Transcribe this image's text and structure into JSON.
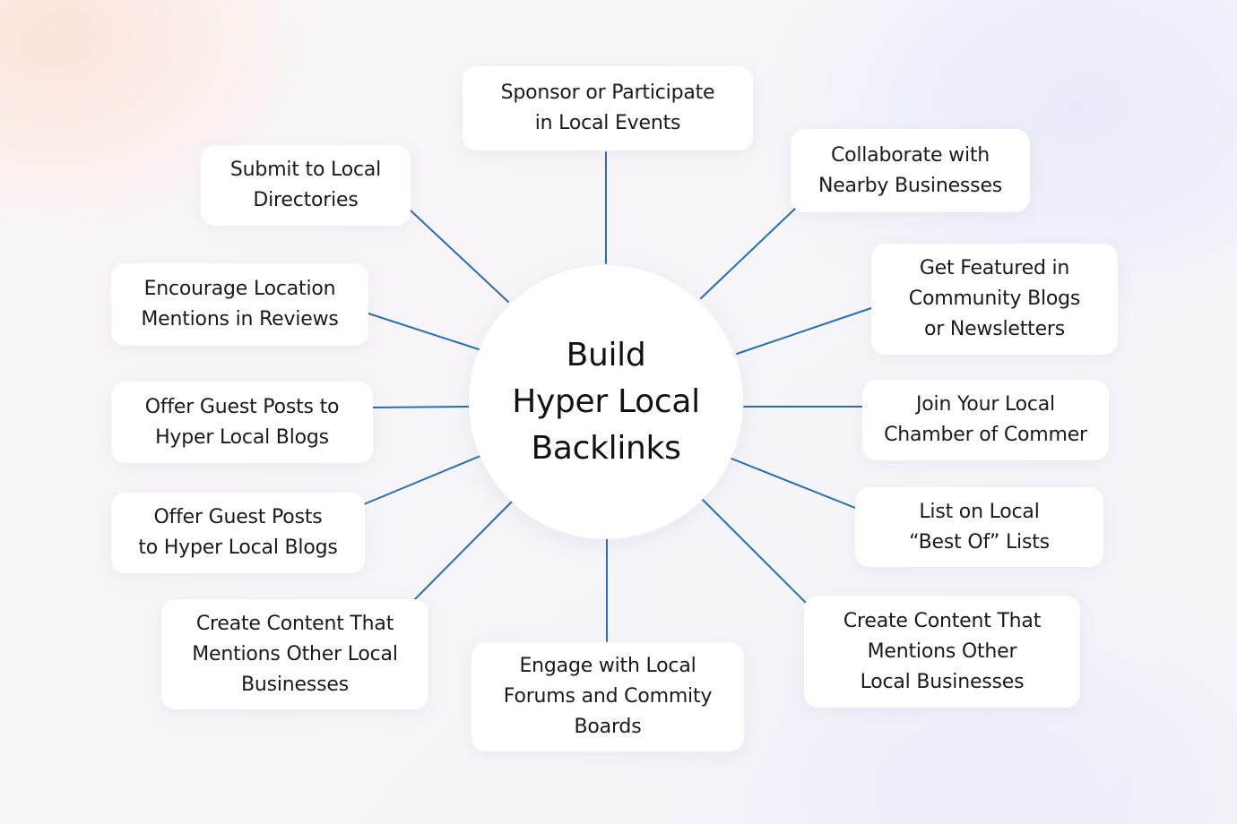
{
  "hub": {
    "title": "Build\nHyper Local\nBacklinks"
  },
  "nodes": [
    {
      "id": "sponsor-events",
      "label": "Sponsor or Participate\nin Local Events"
    },
    {
      "id": "collaborate-businesses",
      "label": "Collaborate with\nNearby Businesses"
    },
    {
      "id": "community-blogs",
      "label": "Get Featured in\nCommunity Blogs\nor Newsletters"
    },
    {
      "id": "chamber-of-commerce",
      "label": "Join Your Local\nChamber of Commer"
    },
    {
      "id": "best-of-lists",
      "label": "List on Local\n“Best Of” Lists"
    },
    {
      "id": "content-mentions-right",
      "label": "Create Content That\nMentions Other\nLocal Businesses"
    },
    {
      "id": "forums-boards",
      "label": "Engage with Local\nForums and Commity\nBoards"
    },
    {
      "id": "content-mentions-left",
      "label": "Create Content That\nMentions Other Local\nBusinesses"
    },
    {
      "id": "guest-posts-2",
      "label": "Offer Guest Posts\nto Hyper Local Blogs"
    },
    {
      "id": "guest-posts-1",
      "label": "Offer Guest Posts to\nHyper Local Blogs"
    },
    {
      "id": "location-reviews",
      "label": "Encourage Location\nMentions in Reviews"
    },
    {
      "id": "local-directories",
      "label": "Submit to Local\nDirectories"
    }
  ],
  "colors": {
    "connector": "#2a6db0",
    "card": "#ffffff",
    "text": "#1a1a1a"
  }
}
